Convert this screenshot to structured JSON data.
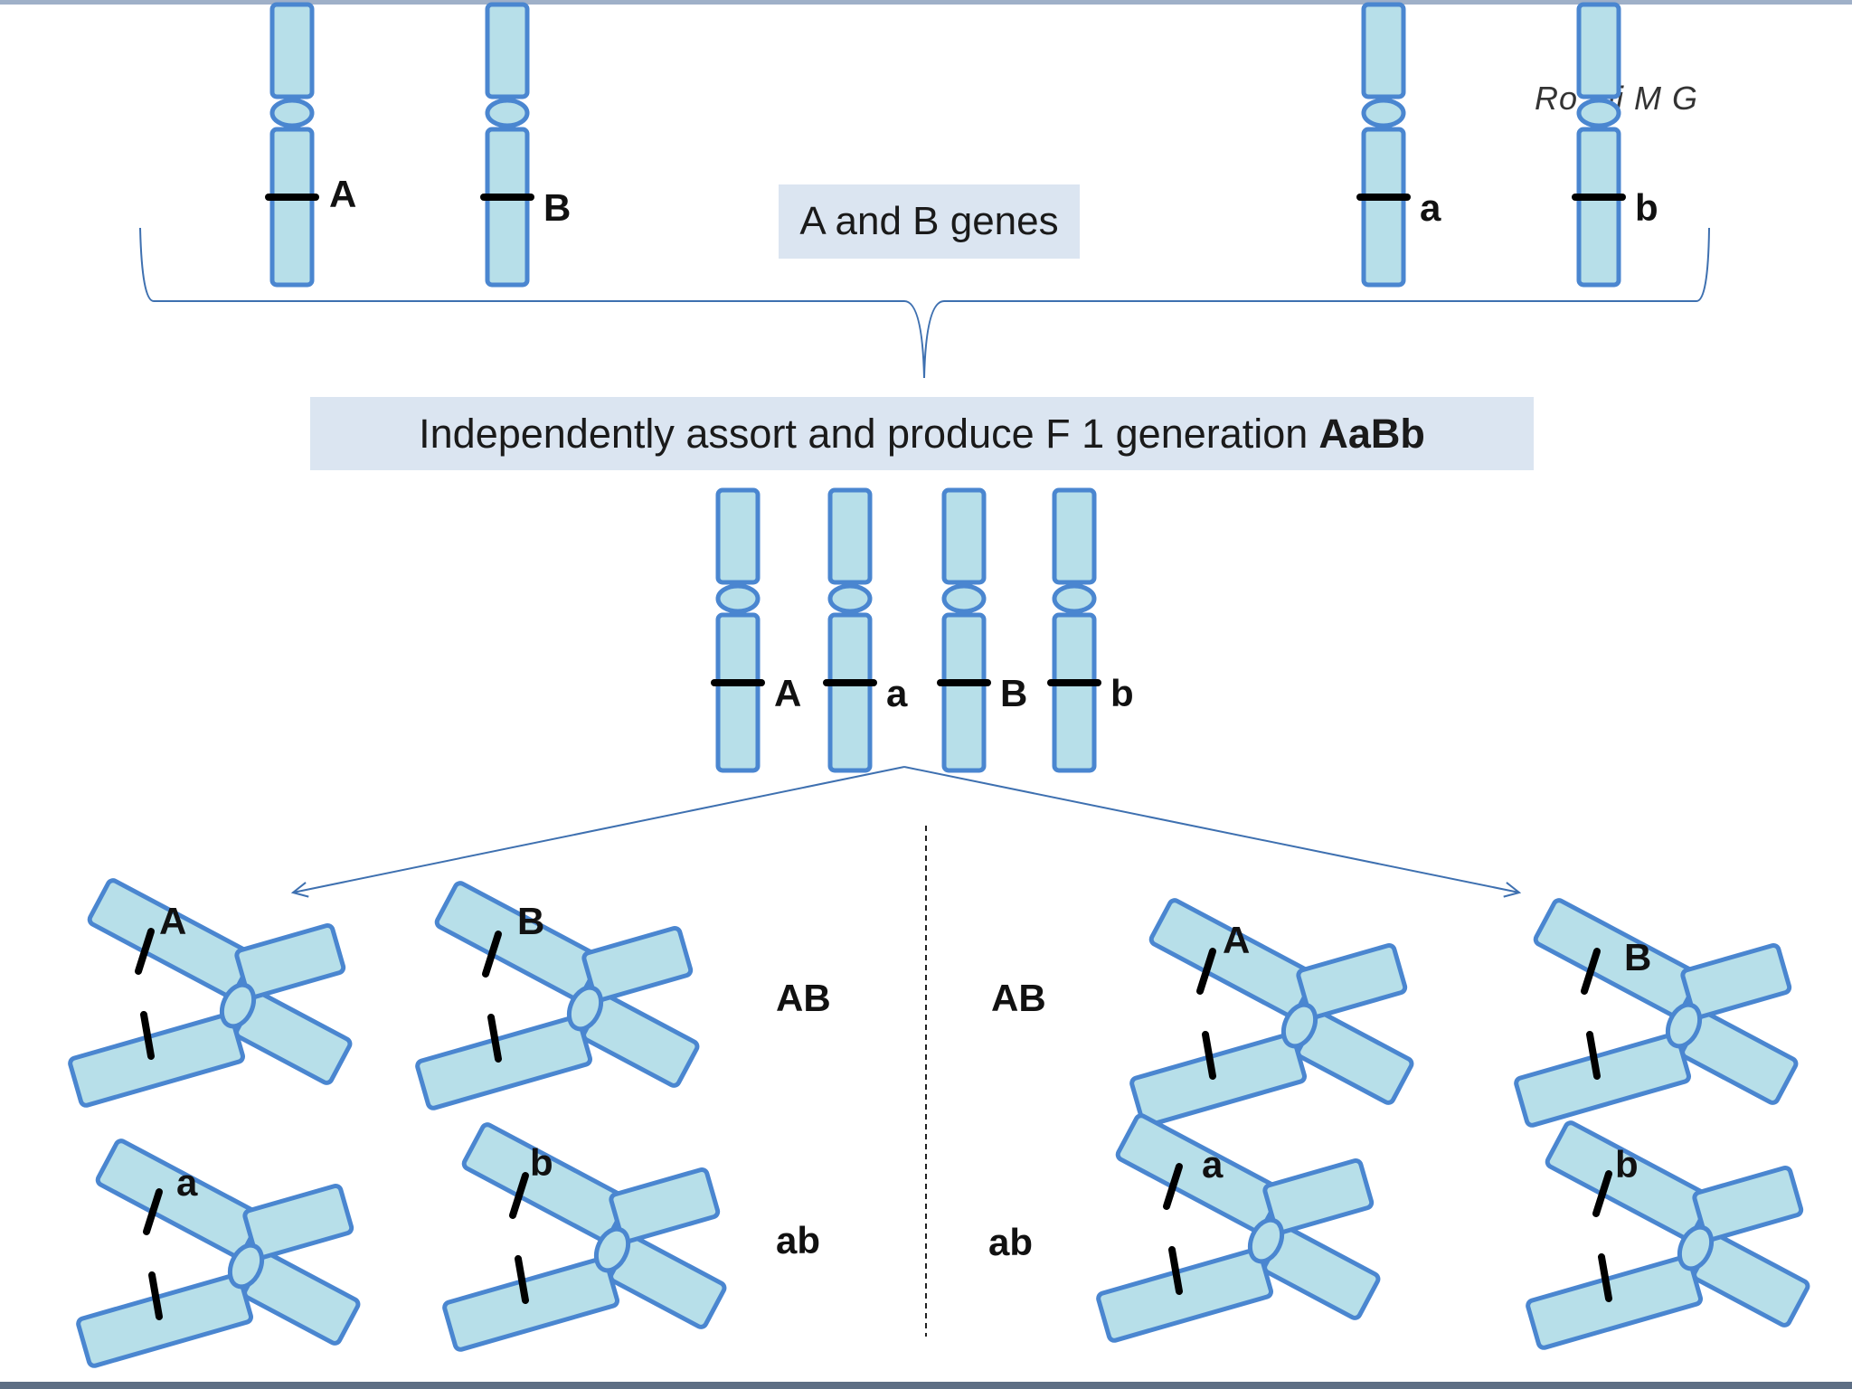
{
  "credit": "Ro  mi M G",
  "parent_labels": [
    "A",
    "B",
    "a",
    "b"
  ],
  "genes_box": "A and B genes",
  "f1_box": {
    "text": "Independently assort and produce F 1 generation",
    "bold": "AaBb"
  },
  "f1_labels": [
    "A",
    "a",
    "B",
    "b"
  ],
  "left_panel": {
    "pair_labels": [
      "A",
      "B",
      "a",
      "b"
    ],
    "gametes": [
      "AB",
      "ab"
    ]
  },
  "right_panel": {
    "pair_labels": [
      "A",
      "B",
      "a",
      "b"
    ],
    "gametes": [
      "AB",
      "ab"
    ]
  },
  "colors": {
    "chromosome_fill": "#b7dfe9",
    "chromosome_stroke": "#4a86d0",
    "band": "#000000",
    "banner_fill": "#dbe5f1",
    "arrow": "#3e70b0"
  }
}
